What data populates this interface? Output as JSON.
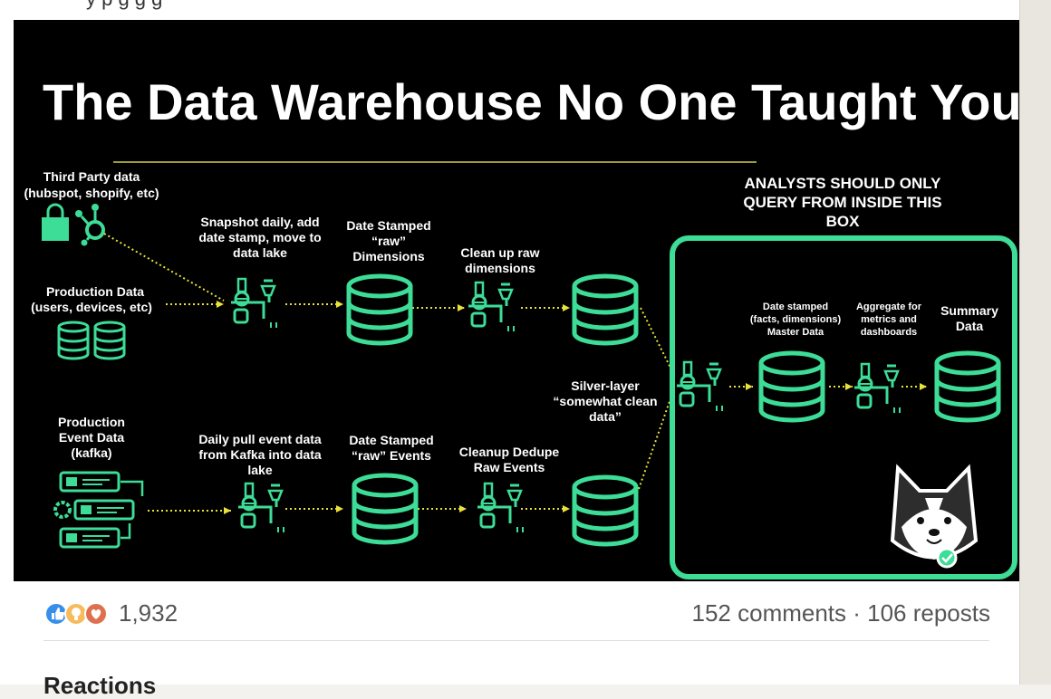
{
  "post": {
    "caption_fragment": "y p   g  g   g",
    "image": {
      "title": "The Data Warehouse No One Taught You",
      "sources": {
        "third_party_title": "Third Party data",
        "third_party_sub": "(hubspot, shopify, etc)",
        "production_title": "Production Data",
        "production_sub": "(users, devices, etc)",
        "event_l1": "Production",
        "event_l2": "Event Data",
        "event_l3": "(kafka)"
      },
      "steps": {
        "snapshot_l1": "Snapshot daily, add",
        "snapshot_l2": "date stamp, move to",
        "snapshot_l3": "data lake",
        "raw_dims_l1": "Date Stamped",
        "raw_dims_l2": "“raw”",
        "raw_dims_l3": "Dimensions",
        "clean_l1": "Clean up raw",
        "clean_l2": "dimensions",
        "daily_pull_l1": "Daily pull event data",
        "daily_pull_l2": "from Kafka into data",
        "daily_pull_l3": "lake",
        "raw_events_l1": "Date Stamped",
        "raw_events_l2": "“raw” Events",
        "dedupe_l1": "Cleanup Dedupe",
        "dedupe_l2": "Raw Events",
        "silver_l1": "Silver-layer",
        "silver_l2": "“somewhat clean",
        "silver_l3": "data”"
      },
      "box": {
        "heading_l1": "ANALYSTS SHOULD ONLY",
        "heading_l2": "QUERY FROM INSIDE THIS",
        "heading_l3": "BOX",
        "master_l1": "Date stamped",
        "master_l2": "(facts, dimensions)",
        "master_l3": "Master Data",
        "aggregate_l1": "Aggregate for",
        "aggregate_l2": "metrics and",
        "aggregate_l3": "dashboards",
        "summary_l1": "Summary",
        "summary_l2": "Data"
      }
    },
    "reactions": {
      "count": "1,932",
      "icons": [
        "like-icon",
        "insightful-icon",
        "love-icon"
      ]
    },
    "comments_reposts": "152 comments · 106 reposts",
    "next_section": "Reactions"
  },
  "colors": {
    "accent_green": "#3ddc97",
    "arrow_yellow": "#e8e23a",
    "image_bg": "#000000",
    "like_blue": "#378fe9",
    "love_red": "#df704d",
    "insight_yellow": "#f5bb5c"
  }
}
